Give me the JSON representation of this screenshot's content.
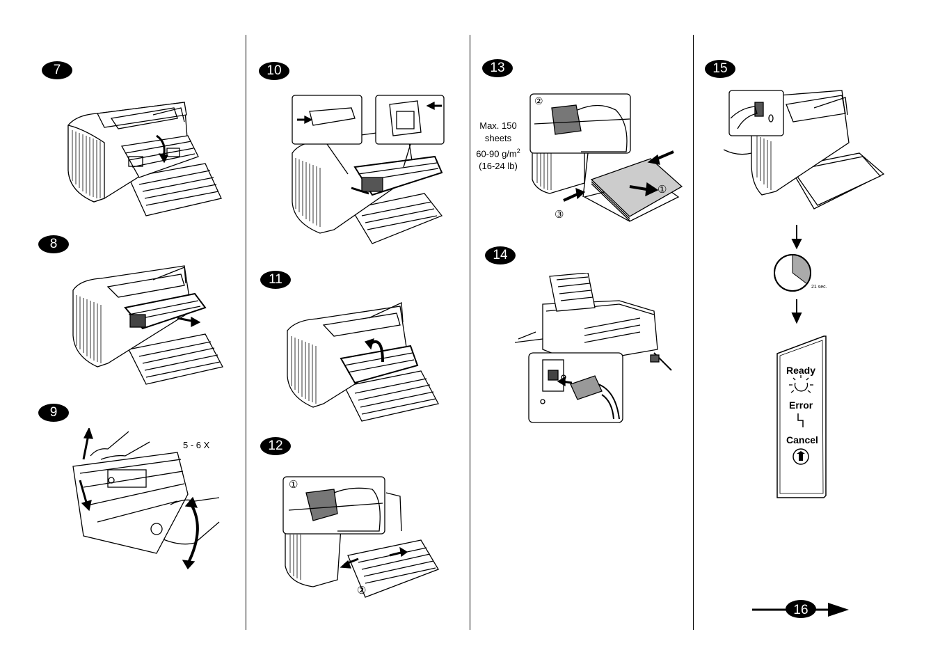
{
  "steps": [
    {
      "number": "7"
    },
    {
      "number": "8"
    },
    {
      "number": "9",
      "note": "5 - 6 X"
    },
    {
      "number": "10"
    },
    {
      "number": "11"
    },
    {
      "number": "12",
      "marker_1": "①",
      "marker_2": "②"
    },
    {
      "number": "13",
      "marker_1": "①",
      "marker_2": "②",
      "marker_3": "③",
      "paper_note": {
        "line1": "Max. 150",
        "line2": "sheets",
        "line3_base": "60-90 g/m",
        "line3_sup": "2",
        "line4": "(16-24 lb)"
      }
    },
    {
      "number": "14"
    },
    {
      "number": "15",
      "timer_label": "21 sec.",
      "panel": {
        "ready": "Ready",
        "error": "Error",
        "cancel": "Cancel"
      }
    }
  ],
  "next_page": "16"
}
